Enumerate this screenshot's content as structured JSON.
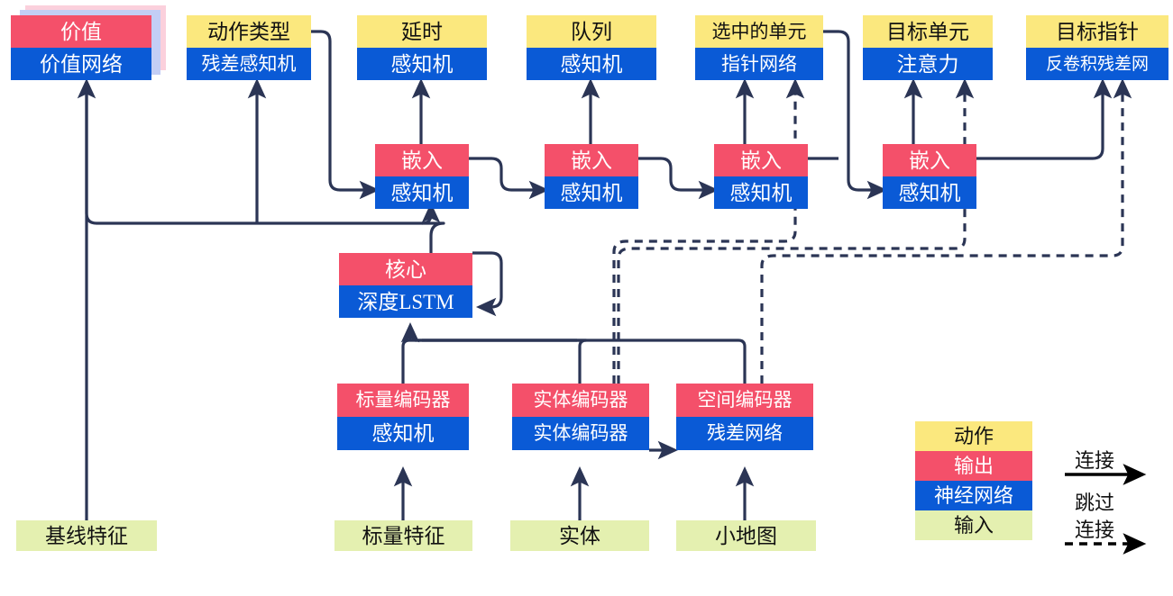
{
  "diagram": {
    "title_text": "",
    "colors": {
      "action": "#FBE87E",
      "output": "#F4506A",
      "network": "#0A5AD6",
      "input": "#E4F0B0",
      "wire": "#2B3555",
      "legend_arrow": "#000000",
      "shadow_pink": "#FBD0DC",
      "shadow_blue": "#C3CEF5"
    },
    "nodes": {
      "value": {
        "top": "价值",
        "bottom": "价值网络"
      },
      "action_type": {
        "top": "动作类型",
        "bottom": "残差感知机"
      },
      "delay": {
        "top": "延时",
        "bottom": "感知机"
      },
      "queue": {
        "top": "队列",
        "bottom": "感知机"
      },
      "selected_unit": {
        "top": "选中的单元",
        "bottom": "指针网络"
      },
      "target_unit": {
        "top": "目标单元",
        "bottom": "注意力"
      },
      "target_point": {
        "top": "目标指针",
        "bottom": "反卷积残差网"
      },
      "embed1": {
        "top": "嵌入",
        "bottom": "感知机"
      },
      "embed2": {
        "top": "嵌入",
        "bottom": "感知机"
      },
      "embed3": {
        "top": "嵌入",
        "bottom": "感知机"
      },
      "embed4": {
        "top": "嵌入",
        "bottom": "感知机"
      },
      "core": {
        "top": "核心",
        "bottom": "深度LSTM"
      },
      "scalar_enc": {
        "top": "标量编码器",
        "bottom": "感知机"
      },
      "entity_enc": {
        "top": "实体编码器",
        "bottom": "实体编码器"
      },
      "spatial_enc": {
        "top": "空间编码器",
        "bottom": "残差网络"
      }
    },
    "inputs": {
      "baseline": "基线特征",
      "scalar_feature": "标量特征",
      "entity": "实体",
      "minimap": "小地图"
    },
    "legend": {
      "action": "动作",
      "output": "输出",
      "network": "神经网络",
      "input": "输入",
      "connection": "连接",
      "skip_line1": "跳过",
      "skip_line2": "连接"
    }
  }
}
